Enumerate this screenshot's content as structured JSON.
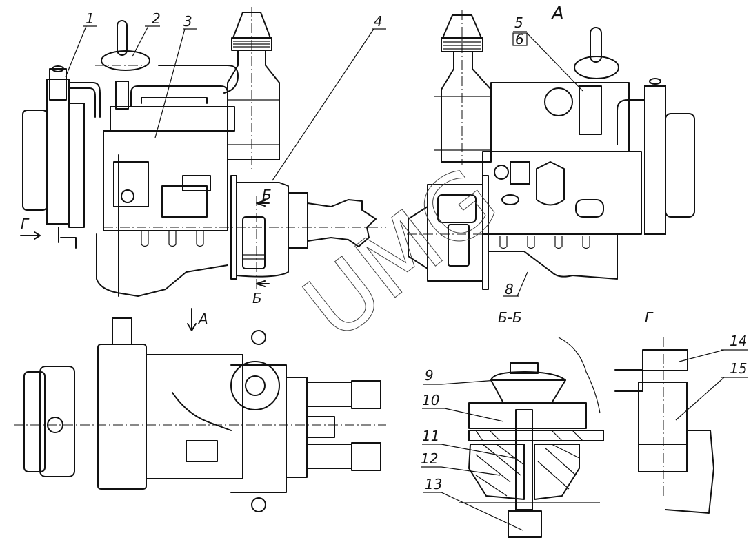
{
  "drawing": {
    "views": {
      "side_left": "side-view-left",
      "side_right_label": "А",
      "top_view_arrow_label": "А",
      "section_label": "Б-Б",
      "view_g_label": "Г",
      "section_marker_top": "Б",
      "section_marker_bottom": "Б",
      "view_g_arrow": "Г"
    },
    "callouts": [
      "1",
      "2",
      "3",
      "4",
      "5",
      "6",
      "8",
      "9",
      "10",
      "11",
      "12",
      "13",
      "14",
      "15"
    ],
    "watermark": "UMG"
  }
}
